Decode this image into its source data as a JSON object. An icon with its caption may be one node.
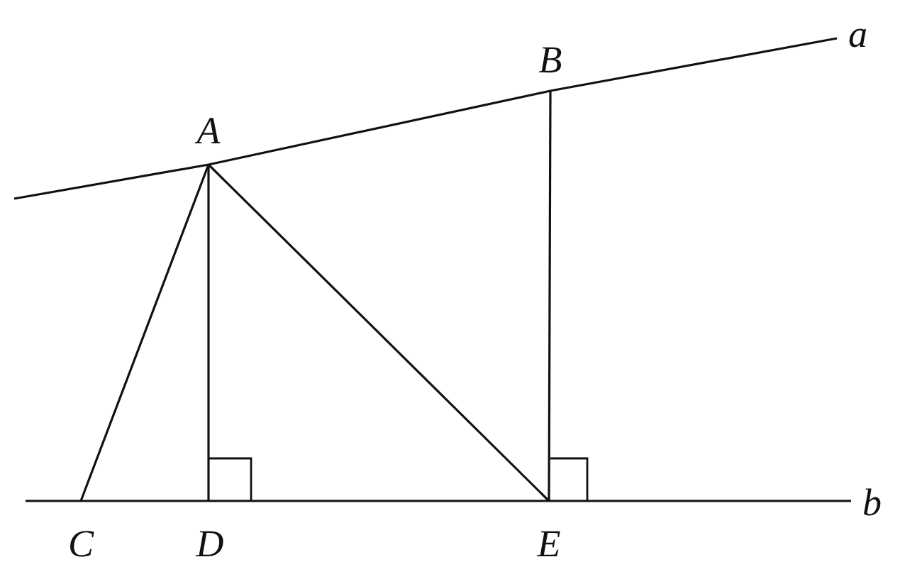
{
  "diagram": {
    "nodes": [
      {
        "text": [
          "A"
        ]
      },
      {
        "text": [
          "B"
        ]
      },
      {
        "text": [
          "C"
        ]
      },
      {
        "text": [
          "D"
        ]
      },
      {
        "text": [
          "E"
        ]
      }
    ],
    "edges": [
      {
        "from": 0,
        "to": 2,
        "arrow": "none"
      },
      {
        "from": 0,
        "to": 3,
        "arrow": "none"
      },
      {
        "from": 0,
        "to": 4,
        "arrow": "none"
      },
      {
        "from": 1,
        "to": 4,
        "arrow": "none"
      },
      {
        "from": 0,
        "to": 1,
        "arrow": "none"
      },
      {
        "from": 2,
        "to": 3,
        "arrow": "none"
      },
      {
        "from": 3,
        "to": 4,
        "arrow": "none"
      }
    ],
    "labels": [
      "a",
      "b"
    ]
  }
}
